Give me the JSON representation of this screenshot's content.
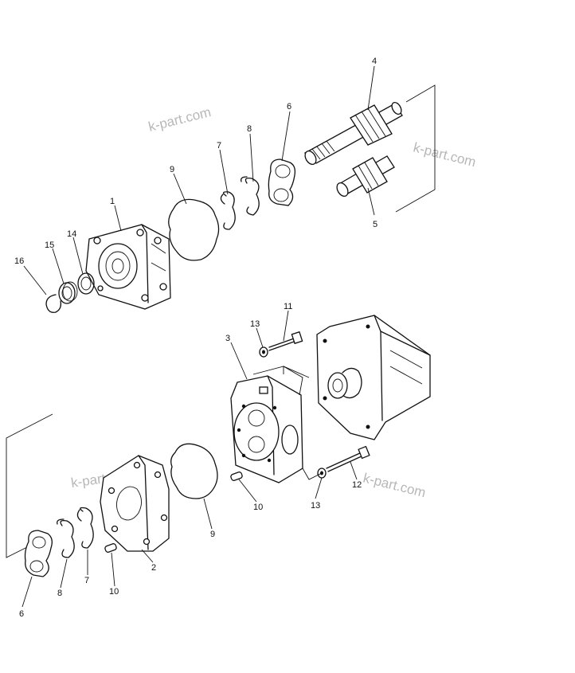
{
  "watermark": "k-part.com",
  "labels": {
    "l1": "1",
    "l2": "2",
    "l3": "3",
    "l4": "4",
    "l5": "5",
    "l6a": "6",
    "l6b": "6",
    "l7a": "7",
    "l7b": "7",
    "l8a": "8",
    "l8b": "8",
    "l9a": "9",
    "l9b": "9",
    "l10a": "10",
    "l10b": "10",
    "l11": "11",
    "l12": "12",
    "l13a": "13",
    "l13b": "13",
    "l14": "14",
    "l15": "15",
    "l16": "16"
  }
}
